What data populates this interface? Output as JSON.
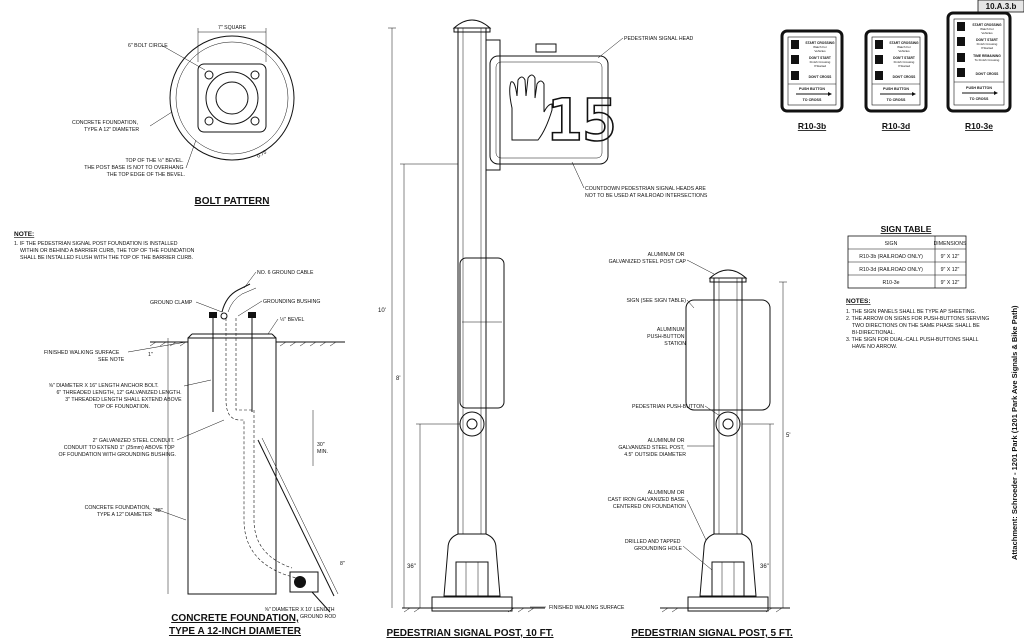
{
  "sheet_tag": "10.A.3.b",
  "side_caption": "Attachment: Schroeder - 1201 Park  (1201 Park Ave Signals & Bike Path)",
  "bolt_pattern": {
    "title": "BOLT PATTERN",
    "square": "7\" SQUARE",
    "bolt_circle": "6\" BOLT CIRCLE",
    "foundation": [
      "CONCRETE FOUNDATION,",
      "TYPE A 12\" DIAMETER"
    ],
    "bevel_note": [
      "TOP OF THE ½\" BEVEL.",
      "THE POST BASE IS NOT TO OVERHANG",
      "THE TOP EDGE OF THE BEVEL."
    ],
    "dim": "0.75\""
  },
  "note": {
    "heading": "NOTE:",
    "lines": [
      "1. IF THE PEDESTRIAN SIGNAL POST FOUNDATION IS INSTALLED",
      "WITHIN OR BEHIND A BARRIER CURB, THE TOP OF THE FOUNDATION",
      "SHALL BE INSTALLED FLUSH WITH THE TOP OF THE BARRIER CURB."
    ]
  },
  "foundation_detail": {
    "title1": "CONCRETE FOUNDATION,",
    "title2": "TYPE A 12-INCH DIAMETER",
    "ground_cable": "NO. 6 GROUND CABLE",
    "ground_clamp": "GROUND CLAMP",
    "grounding_bushing": "GROUNDING BUSHING",
    "bevel": "½\" BEVEL",
    "walking_surface": [
      "FINISHED WALKING SURFACE",
      "SEE NOTE"
    ],
    "one_inch": "1\"",
    "anchor": [
      "⅝\" DIAMETER X 16\" LENGTH ANCHOR BOLT.",
      "6\" THREADED LENGTH, 12\" GALVANIZED LENGTH.",
      "3\" THREADED LENGTH SHALL EXTEND ABOVE",
      "TOP OF FOUNDATION."
    ],
    "conduit": [
      "2\" GALVANIZED STEEL CONDUIT.",
      "CONDUIT TO EXTEND 1\" (25mm) ABOVE TOP",
      "OF FOUNDATION WITH GROUNDING BUSHING."
    ],
    "foundation": [
      "CONCRETE FOUNDATION,",
      "TYPE A 12\" DIAMETER"
    ],
    "min30": [
      "30\"",
      "MIN."
    ],
    "d48": "48\"",
    "d8": "8\"",
    "ground_rod": [
      "⅝\" DIAMETER X 10' LENGTH",
      "GROUND ROD"
    ]
  },
  "post10": {
    "title": "PEDESTRIAN SIGNAL POST, 10 FT.",
    "signal_head": "PEDESTRIAN SIGNAL HEAD",
    "countdown": [
      "COUNTDOWN PEDESTRIAN SIGNAL HEADS ARE",
      "NOT TO BE USED AT RAILROAD INTERSECTIONS"
    ],
    "countdown_digit": "15",
    "d10": "10'",
    "d8": "8'",
    "d36": "36\"",
    "walking_surface": "FINISHED WALKING SURFACE"
  },
  "post5": {
    "title": "PEDESTRIAN SIGNAL POST, 5 FT.",
    "cap": [
      "ALUMINUM OR",
      "GALVANIZED STEEL POST CAP"
    ],
    "sign": "SIGN (SEE SIGN TABLE)",
    "station": [
      "ALUMINUM",
      "PUSH-BUTTON",
      "STATION"
    ],
    "pushbutton": "PEDESTRIAN PUSH-BUTTON",
    "post": [
      "ALUMINUM OR",
      "GALVANIZED STEEL POST,",
      "4.5\" OUTSIDE DIAMETER"
    ],
    "base": [
      "ALUMINUM OR",
      "CAST IRON GALVANIZED BASE",
      "CENTERED ON FOUNDATION"
    ],
    "hole": [
      "DRILLED AND TAPPED",
      "GROUNDING HOLE"
    ],
    "d5": "5'",
    "d36": "36\""
  },
  "signs": [
    {
      "code": "R10-3b",
      "lines": [
        "START CROSSING",
        "Watch For",
        "Vehicles",
        "DON'T START",
        "Finish Crossing",
        "If Started",
        "DON'T CROSS",
        "PUSH BUTTON",
        "TO CROSS"
      ]
    },
    {
      "code": "R10-3d",
      "lines": [
        "START CROSSING",
        "Watch For",
        "Vehicles",
        "DON'T START",
        "Finish Crossing",
        "If Started",
        "DON'T CROSS",
        "PUSH BUTTON",
        "TO CROSS"
      ]
    },
    {
      "code": "R10-3e",
      "lines": [
        "START CROSSING",
        "Watch For",
        "Vehicles",
        "DON'T START",
        "Finish Crossing",
        "If Started",
        "TIME REMAINING",
        "To Finish Crossing",
        "DON'T CROSS",
        "PUSH BUTTON",
        "TO CROSS"
      ]
    }
  ],
  "sign_table": {
    "title": "SIGN TABLE",
    "headers": [
      "SIGN",
      "DIMENSIONS"
    ],
    "rows": [
      [
        "R10-3b (RAILROAD ONLY)",
        "9\" X 12\""
      ],
      [
        "R10-3d (RAILROAD ONLY)",
        "9\" X 12\""
      ],
      [
        "R10-3e",
        "9\" X 12\""
      ]
    ]
  },
  "notes": {
    "heading": "NOTES:",
    "lines": [
      "1. THE SIGN PANELS SHALL BE TYPE AP SHEETING.",
      "2. THE ARROW ON SIGNS FOR PUSH-BUTTONS SERVING",
      "TWO DIRECTIONS ON THE SAME PHASE SHALL BE",
      "BI-DIRECTIONAL.",
      "3. THE SIGN FOR DUAL-CALL PUSH-BUTTONS SHALL",
      "HAVE NO ARROW."
    ]
  }
}
